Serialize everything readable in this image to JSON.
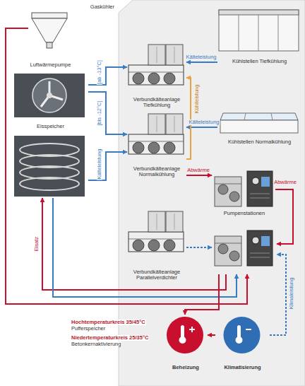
{
  "diagram": {
    "nodes": [
      {
        "text": [
          "Gaskühler"
        ]
      },
      {
        "text": [
          "Luftwärmepumpe"
        ]
      },
      {
        "text": [
          "Eisspeicher"
        ]
      },
      {
        "text": [
          "Verbundkälteanlage Tiefkühlung"
        ]
      },
      {
        "text": [
          "Verbundkälteanlage Normalkühlung"
        ]
      },
      {
        "text": [
          "Verbundkälteanlage Parallelverdichter"
        ]
      },
      {
        "text": [
          "Kühlstellen Tiefkühlung"
        ]
      },
      {
        "text": [
          "Kühlstellen Normalkühlung"
        ]
      },
      {
        "text": [
          "Pumpenstationen"
        ]
      },
      {
        "text": [
          "Beheizung"
        ]
      },
      {
        "text": [
          "Klimatisierung"
        ]
      }
    ],
    "edges": [
      {
        "from": 6,
        "to": 3,
        "arrow": "to",
        "label": "Kälteleistung"
      },
      {
        "from": 7,
        "to": 4,
        "arrow": "to",
        "label": "Kälteleistung"
      },
      {
        "from": 1,
        "to": 3,
        "arrow": "to",
        "label": "[ab -13°C]"
      },
      {
        "from": 1,
        "to": 4,
        "arrow": "to",
        "label": "[bis -12°C]"
      },
      {
        "from": 2,
        "to": 4,
        "arrow": "to",
        "label": "Kälteleistung"
      },
      {
        "from": 4,
        "to": 3,
        "arrow": "to",
        "label": "Kühlleistung"
      },
      {
        "from": 4,
        "to": 8,
        "arrow": "to",
        "label": "Abwärme"
      },
      {
        "from": 8,
        "to": 2,
        "arrow": "to",
        "label": "Eisatz"
      },
      {
        "from": 2,
        "to": 8,
        "arrow": "to"
      },
      {
        "from": 0,
        "to": 8,
        "arrow": "to"
      },
      {
        "from": 5,
        "to": 8,
        "arrow": "to"
      },
      {
        "from": 10,
        "to": 8,
        "arrow": "to",
        "label": "Klimaleistung"
      },
      {
        "from": 8,
        "to": 9,
        "arrow": "to"
      },
      {
        "from": 10,
        "to": 9,
        "arrow": "to"
      }
    ],
    "labels": [
      "Abwärme",
      "Hochtemperaturkreis 35/45°C",
      "Pufferspeicher",
      "Niedertemperaturkreis 25/35°C",
      "Betonkernaktivierung"
    ]
  }
}
